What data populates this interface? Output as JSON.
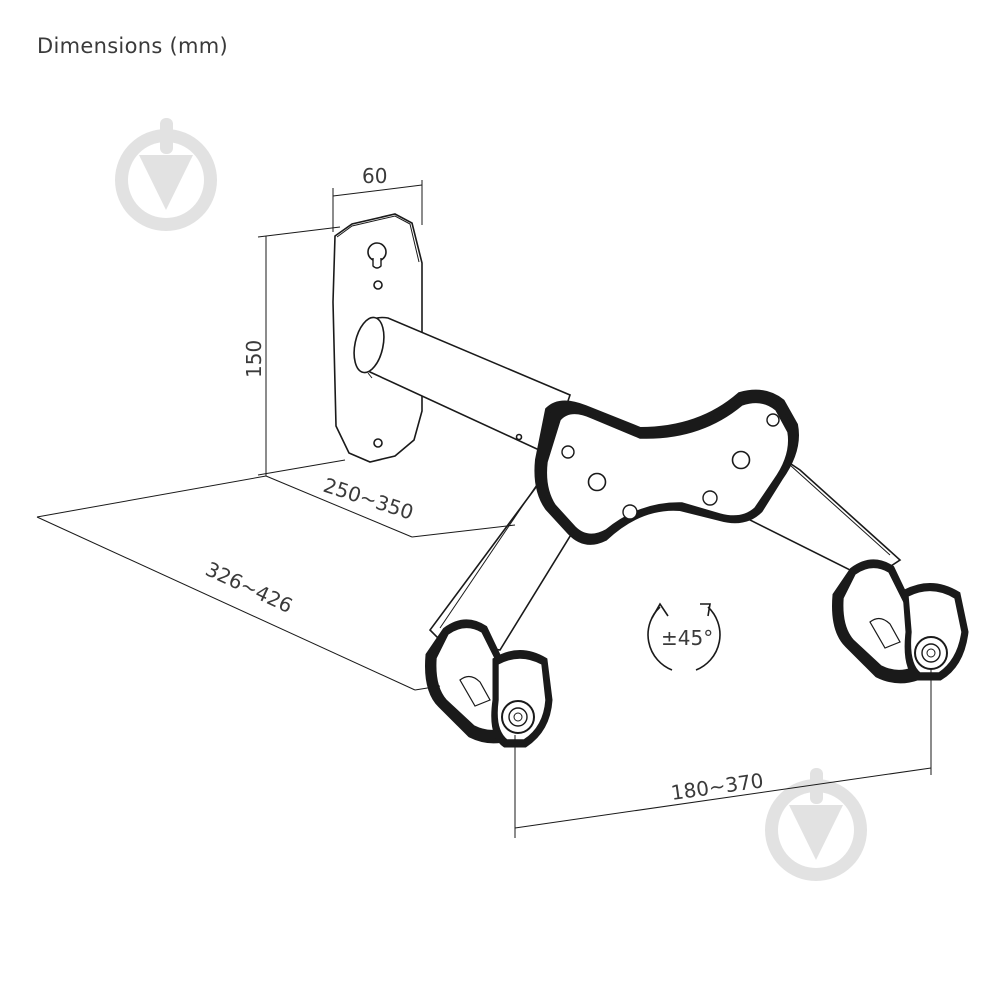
{
  "heading": "Dimensions (mm)",
  "dimensions": {
    "plate_width": "60",
    "plate_height": "150",
    "arm_extension_short": "250~350",
    "arm_extension_long": "326~426",
    "hook_spacing": "180~370",
    "rotation": "±45°"
  },
  "colors": {
    "line": "#1a1a1a",
    "text": "#3a3a3a",
    "watermark": "#e2e2e2"
  },
  "icons": [
    "watermark-logo-icon",
    "rotation-arrow-icon"
  ]
}
